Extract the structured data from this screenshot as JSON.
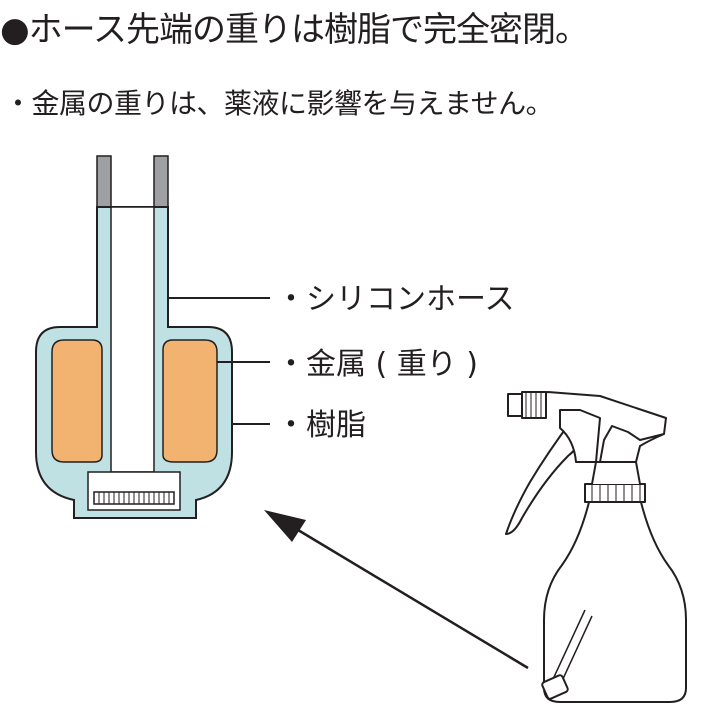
{
  "heading": {
    "bullet": "●",
    "text": "ホース先端の重りは樹脂で完全密閉。"
  },
  "subheading": "・金属の重りは、薬液に影響を与えません。",
  "callouts": {
    "hose": "・シリコンホース",
    "metal": "・金属 ( 重り )",
    "resin": "・樹脂"
  },
  "colors": {
    "resin": "#bfe1e4",
    "metal": "#f2b370",
    "hose": "#9ea0a3",
    "line": "#231f20"
  }
}
